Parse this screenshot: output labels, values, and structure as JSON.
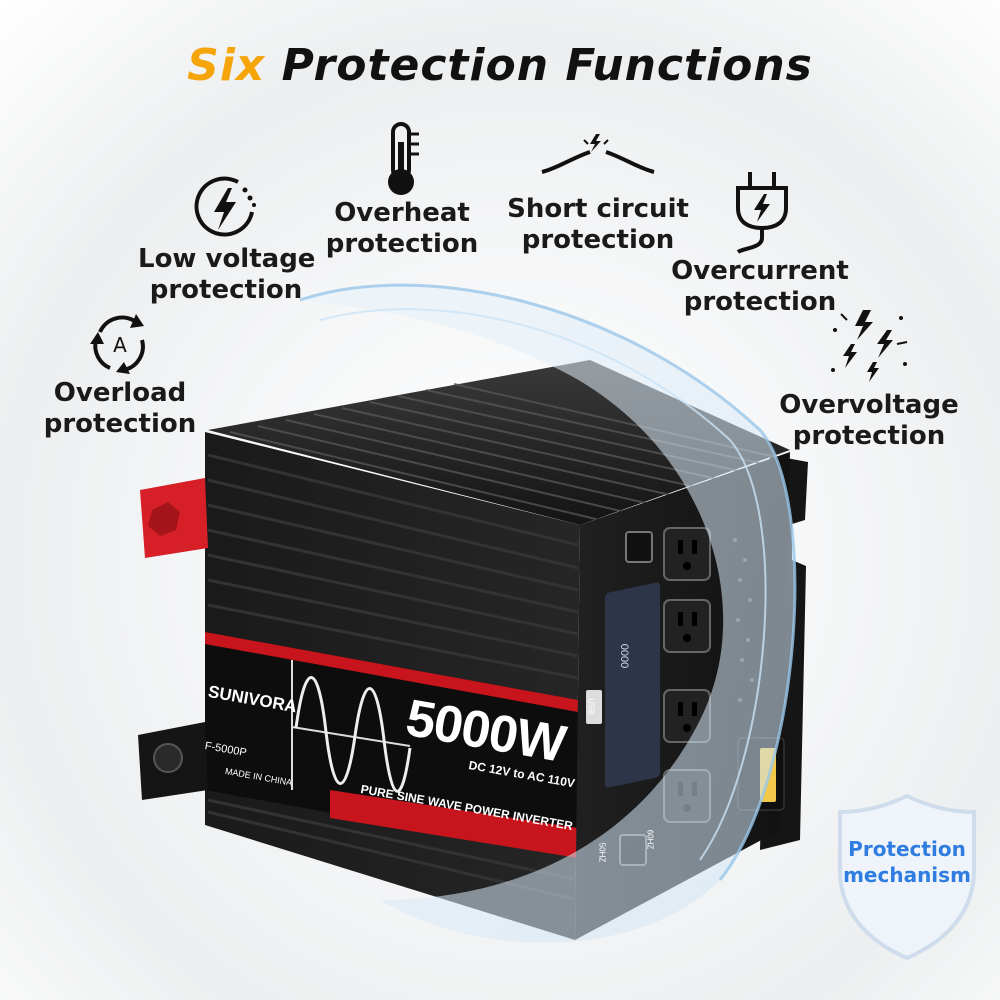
{
  "title": {
    "accent": "Six",
    "rest": " Protection Functions"
  },
  "features": [
    {
      "id": "low-voltage",
      "line1": "Low voltage",
      "line2": "protection",
      "icon": "lightning-circle-icon"
    },
    {
      "id": "overheat",
      "line1": "Overheat",
      "line2": "protection",
      "icon": "thermometer-icon"
    },
    {
      "id": "short-circuit",
      "line1": "Short circuit",
      "line2": "protection",
      "icon": "broken-wire-icon"
    },
    {
      "id": "overcurrent",
      "line1": "Overcurrent",
      "line2": "protection",
      "icon": "plug-lightning-icon"
    },
    {
      "id": "overload",
      "line1": "Overload",
      "line2": "protection",
      "icon": "cycle-a-icon"
    },
    {
      "id": "overvoltage",
      "line1": "Overvoltage",
      "line2": "protection",
      "icon": "sparks-icon"
    }
  ],
  "product": {
    "brand": "SUNIVORA",
    "model": "F-5000P",
    "power": "5000W",
    "conversion": "DC 12V to AC 110V",
    "type": "PURE SINE WAVE POWER INVERTER",
    "made_in": "MADE IN CHINA",
    "usb_label": "USB",
    "display_value": "0000",
    "freq_label_a": "50HZ",
    "freq_label_b": "60HZ"
  },
  "badge": {
    "line1": "Protection",
    "line2": "mechanism"
  },
  "colors": {
    "accent": "#f5a40a",
    "badge_text": "#2f7de0",
    "inverter_red": "#c8141c",
    "inverter_body": "#1b1b1b"
  }
}
